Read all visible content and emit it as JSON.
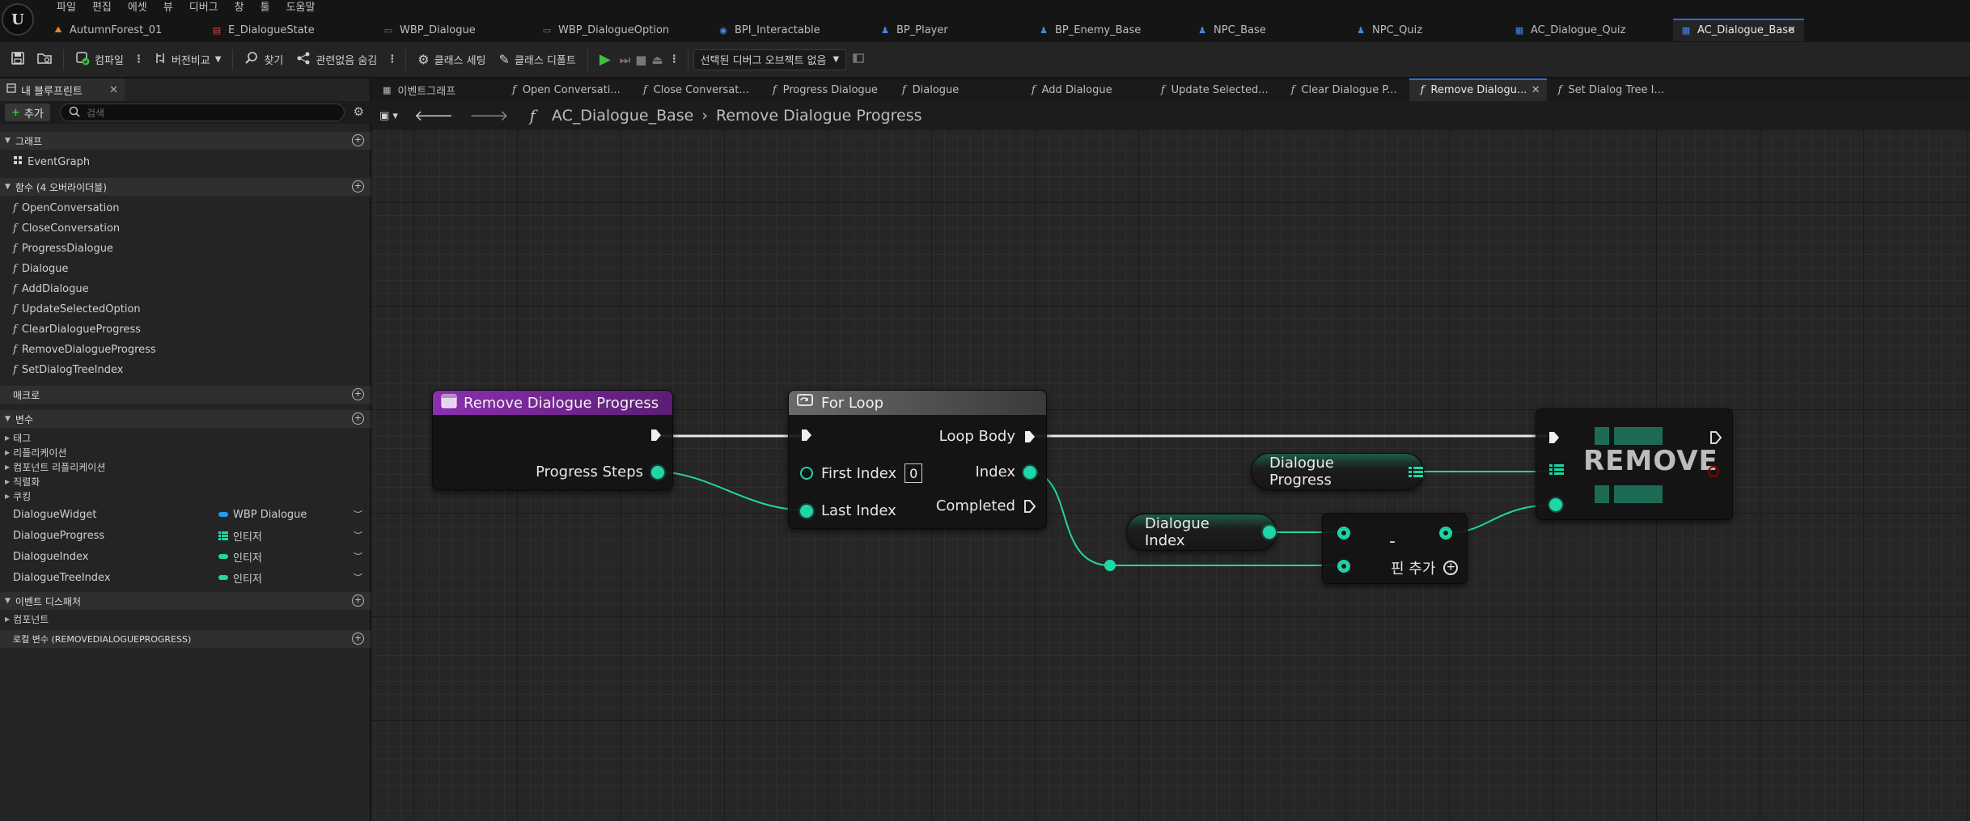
{
  "menu": [
    "파일",
    "편집",
    "에셋",
    "뷰",
    "디버그",
    "창",
    "툴",
    "도움말"
  ],
  "doc_tabs": [
    {
      "label": "AutumnForest_01",
      "icon": "map-icon"
    },
    {
      "label": "E_DialogueState",
      "icon": "enum-icon"
    },
    {
      "label": "WBP_Dialogue",
      "icon": "widget-icon"
    },
    {
      "label": "WBP_DialogueOption",
      "icon": "widget-icon"
    },
    {
      "label": "BPI_Interactable",
      "icon": "interface-icon"
    },
    {
      "label": "BP_Player",
      "icon": "pawn-icon"
    },
    {
      "label": "BP_Enemy_Base",
      "icon": "pawn-icon"
    },
    {
      "label": "NPC_Base",
      "icon": "pawn-icon"
    },
    {
      "label": "NPC_Quiz",
      "icon": "pawn-icon"
    },
    {
      "label": "AC_Dialogue_Quiz",
      "icon": "component-icon"
    },
    {
      "label": "AC_Dialogue_Base",
      "icon": "component-icon",
      "active": true
    }
  ],
  "toolbar": {
    "compile": "컴파일",
    "diff": "버전비교",
    "find": "찾기",
    "hide_unrelated": "관련없음 숨김",
    "class_settings": "클래스 세팅",
    "class_defaults": "클래스 디폴트",
    "debug_object": "선택된 디버그 오브젝트 없음"
  },
  "left_panel": {
    "tab_title": "내 블루프린트",
    "add_label": "추가",
    "search_placeholder": "검색",
    "sections": {
      "graphs": "그래프",
      "functions": "함수 (4 오버라이더블)",
      "macros": "매크로",
      "variables": "변수",
      "event_dispatchers": "이벤트 디스패처",
      "local_vars": "로컬 변수 (REMOVEDIALOGUEPROGRESS)"
    },
    "graph_items": [
      "EventGraph"
    ],
    "function_items": [
      "OpenConversation",
      "CloseConversation",
      "ProgressDialogue",
      "Dialogue",
      "AddDialogue",
      "UpdateSelectedOption",
      "ClearDialogueProgress",
      "RemoveDialogueProgress",
      "SetDialogTreeIndex"
    ],
    "variable_categories": [
      "태그",
      "리플리케이션",
      "컴포넌트 리플리케이션",
      "직렬화",
      "쿠킹"
    ],
    "variables": [
      {
        "name": "DialogueWidget",
        "type": "WBP Dialogue",
        "color": "#1f9cf0",
        "kind": "object"
      },
      {
        "name": "DialogueProgress",
        "type": "인티저",
        "color": "#1fd6a7",
        "kind": "array"
      },
      {
        "name": "DialogueIndex",
        "type": "인티저",
        "color": "#1fd6a7",
        "kind": "single"
      },
      {
        "name": "DialogueTreeIndex",
        "type": "인티저",
        "color": "#1fd6a7",
        "kind": "single"
      }
    ],
    "event_dispatcher_items": [
      "컴포넌트"
    ]
  },
  "graph_tabs": [
    {
      "label": "이벤트그래프",
      "icon": "event-graph-icon"
    },
    {
      "label": "Open Conversati...",
      "icon": "function-icon"
    },
    {
      "label": "Close Conversat...",
      "icon": "function-icon"
    },
    {
      "label": "Progress Dialogue",
      "icon": "function-icon"
    },
    {
      "label": "Dialogue",
      "icon": "function-icon"
    },
    {
      "label": "Add Dialogue",
      "icon": "function-icon"
    },
    {
      "label": "Update Selected...",
      "icon": "function-icon"
    },
    {
      "label": "Clear Dialogue P...",
      "icon": "function-icon"
    },
    {
      "label": "Remove Dialogu...",
      "icon": "function-icon",
      "active": true
    },
    {
      "label": "Set Dialog Tree I...",
      "icon": "function-icon"
    }
  ],
  "breadcrumb": {
    "root": "AC_Dialogue_Base",
    "current": "Remove Dialogue Progress"
  },
  "nodes": {
    "entry": {
      "title": "Remove Dialogue Progress",
      "pin_progress_steps": "Progress Steps"
    },
    "for_loop": {
      "title": "For Loop",
      "first_index": "First Index",
      "first_index_value": "0",
      "last_index": "Last Index",
      "loop_body": "Loop Body",
      "index": "Index",
      "completed": "Completed"
    },
    "dialogue_progress": {
      "label": "Dialogue Progress"
    },
    "dialogue_index": {
      "label": "Dialogue Index"
    },
    "subtract": {
      "symbol": "-",
      "add_pin": "핀 추가"
    },
    "remove": {
      "title": "REMOVE"
    }
  },
  "colors": {
    "accent": "#2b6fd6",
    "integer": "#1fd6a7",
    "object": "#1f9cf0",
    "function_header": "#7a2f9c"
  }
}
